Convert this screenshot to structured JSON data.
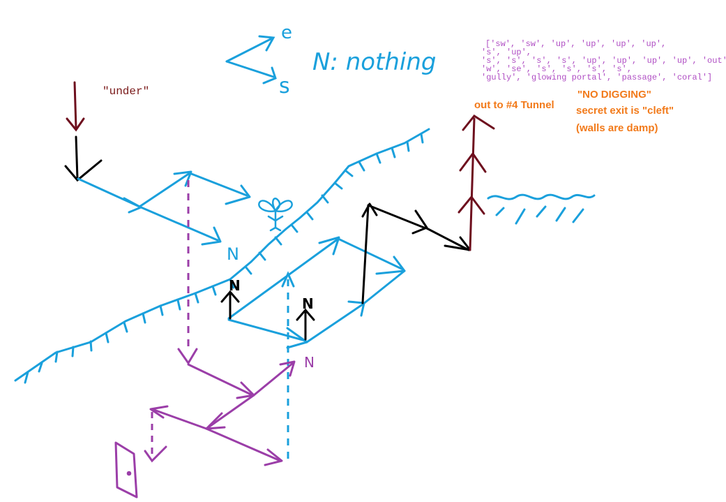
{
  "colors": {
    "blue": "#1aa0dc",
    "black": "#000000",
    "maroon": "#6e0f1e",
    "purple": "#9b3ea8",
    "orange": "#f27a1a",
    "mono_text": "#b04fc4",
    "under_text": "#7a1a1a"
  },
  "compass": {
    "east_label": "e",
    "south_label": "s",
    "north_note": "N: nothing"
  },
  "under_label": "\"under\"",
  "direction_list": {
    "line1": "['sw', 'sw', 'up', 'up', 'up', 'up',",
    "line2": "'s', 'up',",
    "line3": "'s', 's', 's', 's', 'up', 'up', 'up', 'up', 'out',",
    "line4": "'w', 'se', 's', 's', 's', 's',",
    "line5": "'gully', 'glowing portal', 'passage', 'coral']"
  },
  "exit_label": "out to #4 Tunnel",
  "notes": {
    "line1": "\"NO DIGGING\"",
    "line2": "secret exit is \"cleft\"",
    "line3": "(walls are damp)"
  },
  "north_markers": {
    "n1": "N",
    "n2": "N",
    "n3": "N",
    "n4": "N"
  },
  "icons": {
    "plant": "plant-icon",
    "door": "door-icon",
    "water": "water-waves"
  }
}
